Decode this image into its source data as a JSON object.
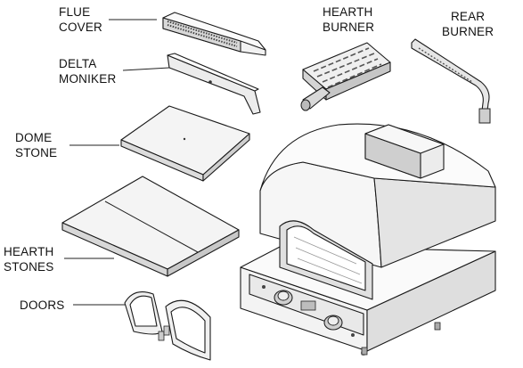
{
  "labels": {
    "flue_cover": [
      "FLUE",
      "COVER"
    ],
    "delta_moniker": [
      "DELTA",
      "MONIKER"
    ],
    "dome_stone": [
      "DOME",
      "STONE"
    ],
    "hearth_stones": [
      "HEARTH",
      "STONES"
    ],
    "doors": [
      "DOORS"
    ],
    "hearth_burner": [
      "HEARTH",
      "BURNER"
    ],
    "rear_burner": [
      "REAR",
      "BURNER"
    ]
  }
}
